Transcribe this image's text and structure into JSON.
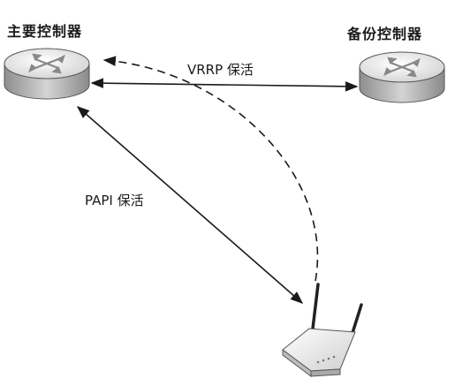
{
  "nodes": {
    "primary_controller": {
      "label": "主要控制器"
    },
    "backup_controller": {
      "label": "备份控制器"
    }
  },
  "links": {
    "vrrp": {
      "label": "VRRP 保活"
    },
    "papi": {
      "label": "PAPI 保活"
    }
  },
  "colors": {
    "line": "#1a1a1a",
    "router_top": "#f2f2f2",
    "router_side": "#b8b8b8",
    "text": "#1a1a1a"
  }
}
